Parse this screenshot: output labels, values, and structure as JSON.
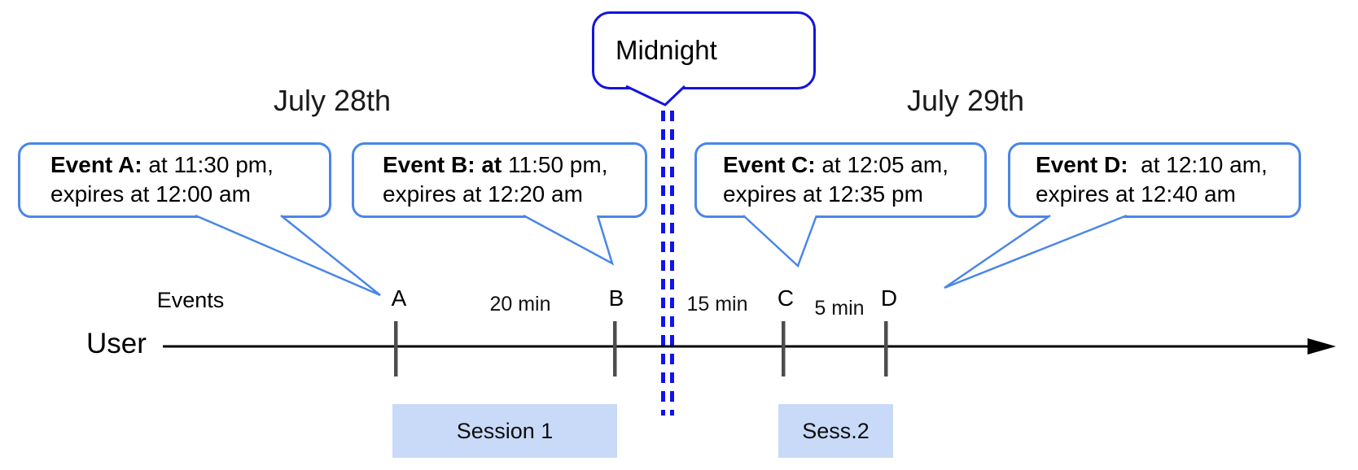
{
  "colors": {
    "callout_border": "#4a86e8",
    "midnight_border": "#1414dd",
    "dash_blue": "#1212ee",
    "session_fill": "#c9daf8",
    "tick_gray": "#4d4d4d",
    "axis_black": "#000000"
  },
  "dates": {
    "left": "July 28th",
    "right": "July 29th"
  },
  "midnight": {
    "label": "Midnight"
  },
  "axis": {
    "events_label": "Events",
    "user_label": "User"
  },
  "callouts": [
    {
      "id": "A",
      "bold": "Event A:",
      "line1_rest": " at 11:30 pm,",
      "line2": "expires at 12:00 am"
    },
    {
      "id": "B",
      "bold": "Event B: at",
      "line1_rest": " 11:50 pm,",
      "line2": "expires at 12:20 am"
    },
    {
      "id": "C",
      "bold": "Event C:",
      "line1_rest": " at 12:05 am,",
      "line2": "expires at 12:35 pm"
    },
    {
      "id": "D",
      "bold": "Event D:",
      "line1_rest": "  at 12:10 am,",
      "line2": "expires at 12:40 am"
    }
  ],
  "timeline": {
    "markers": [
      "A",
      "B",
      "C",
      "D"
    ],
    "intervals": [
      {
        "label": "20 min",
        "between": "A-B"
      },
      {
        "label": "15 min",
        "between": "B-C"
      },
      {
        "label": "5 min",
        "between": "C-D"
      }
    ]
  },
  "sessions": [
    {
      "label": "Session 1",
      "spans": "A-B"
    },
    {
      "label": "Sess.2",
      "spans": "C-D"
    }
  ]
}
